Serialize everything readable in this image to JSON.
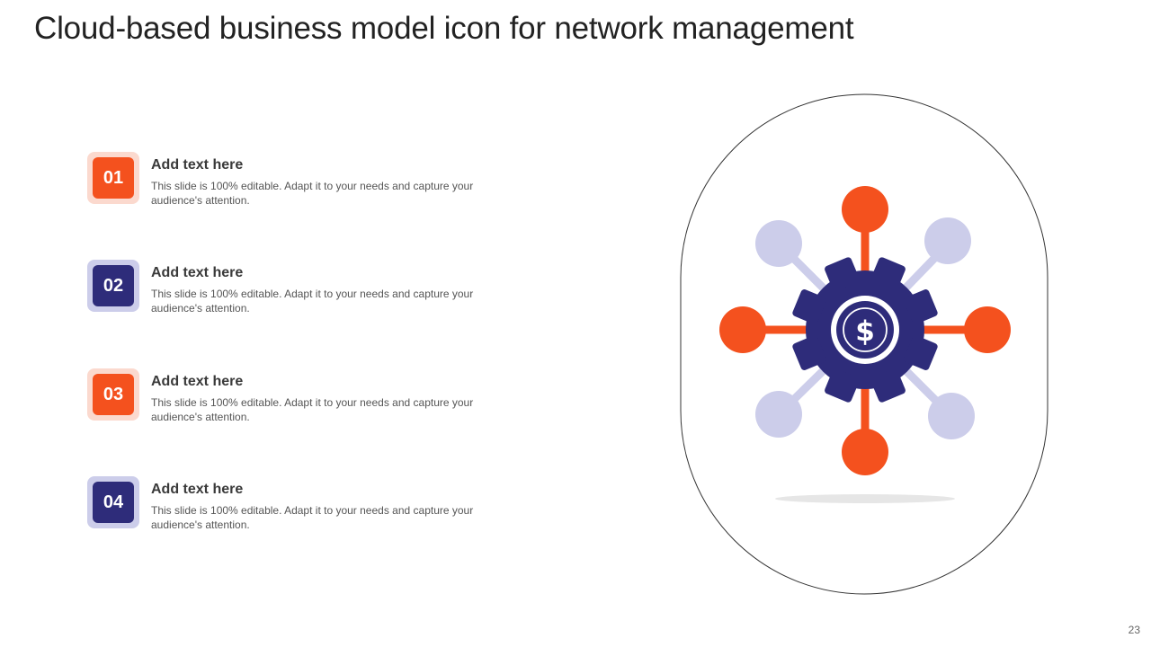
{
  "slide": {
    "title": "Cloud-based business model icon for network management",
    "page_number": "23"
  },
  "items": [
    {
      "number": "01",
      "heading": "Add text here",
      "body": "This slide is 100% editable. Adapt it to your needs and capture your audience's attention.",
      "color": "#F4511E",
      "light_color": "#FBD9CE"
    },
    {
      "number": "02",
      "heading": "Add text here",
      "body": "This slide is 100% editable. Adapt it to your needs and capture your audience's attention.",
      "color": "#2E2C7A",
      "light_color": "#CCCDEA"
    },
    {
      "number": "03",
      "heading": "Add text here",
      "body": "This slide is 100% editable. Adapt it to your needs and capture your audience's attention.",
      "color": "#F4511E",
      "light_color": "#FBD9CE"
    },
    {
      "number": "04",
      "heading": "Add text here",
      "body": "This slide is 100% editable. Adapt it to your needs and capture your audience's attention.",
      "color": "#2E2C7A",
      "light_color": "#CCCDEA"
    }
  ],
  "graphic": {
    "icon": "gear-dollar-network-icon",
    "symbol": "$",
    "colors": {
      "accent": "#F4511E",
      "primary": "#2E2C7A",
      "light": "#CCCDEA"
    }
  }
}
